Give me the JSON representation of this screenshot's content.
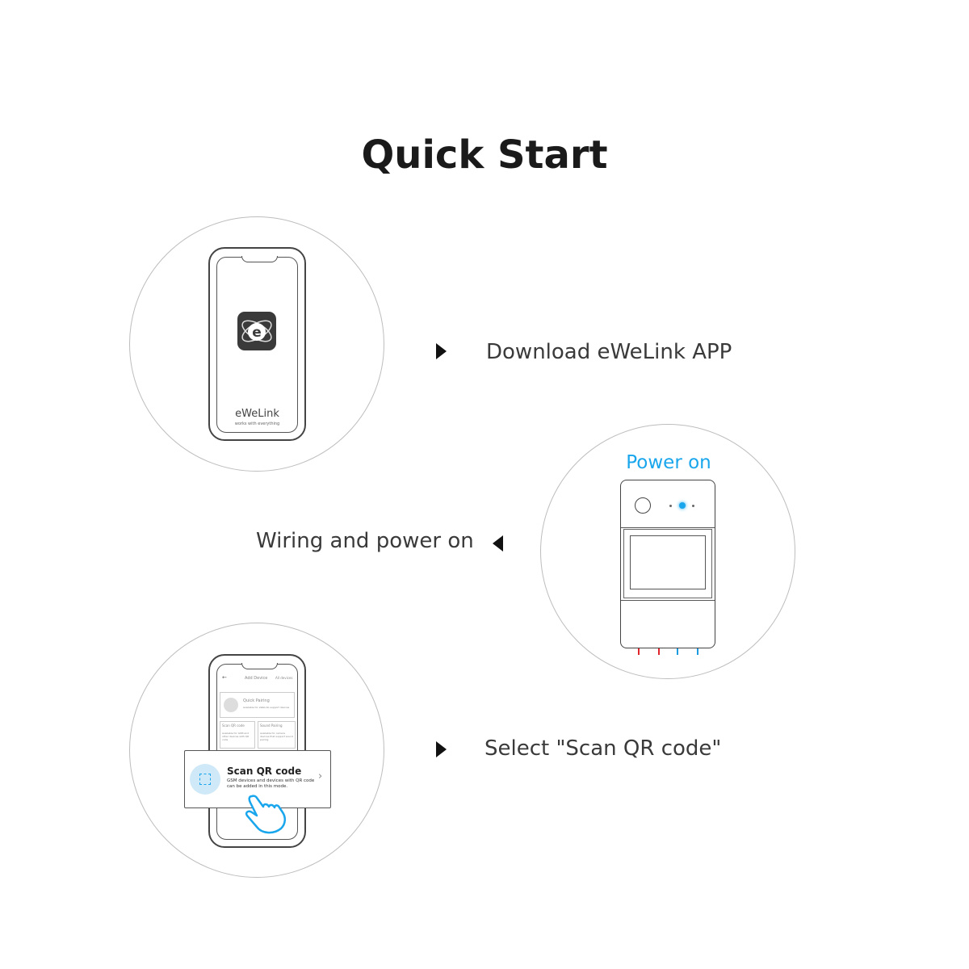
{
  "title": "Quick Start",
  "steps": [
    {
      "label": "Download eWeLink APP",
      "arrow": "right"
    },
    {
      "label": "Wiring and power on",
      "arrow": "left",
      "callout": "Power on"
    },
    {
      "label": "Select \"Scan QR code\"",
      "arrow": "right"
    }
  ],
  "app_phone": {
    "brand": "eWeLink",
    "tagline": "works with everything"
  },
  "add_device_phone": {
    "back": "←",
    "header": "Add Device",
    "header_right": "All devices",
    "quick_pairing": "Quick Pairing",
    "quick_pairing_desc": "Available for eWeLink-support devices",
    "scan_small": "Scan QR code",
    "scan_small_desc": "Available for GSM and other devices with QR code",
    "sound_pairing": "Sound Pairing",
    "sound_pairing_desc": "Available for camera devices that support sound pairing",
    "card_title": "Scan QR code",
    "card_desc": "GSM devices and devices with QR code can be added in this mode.",
    "chevron": "›"
  },
  "colors": {
    "accent": "#19a6ec",
    "live_wire": "#e0262b",
    "neutral_wire": "#1d9be0"
  }
}
